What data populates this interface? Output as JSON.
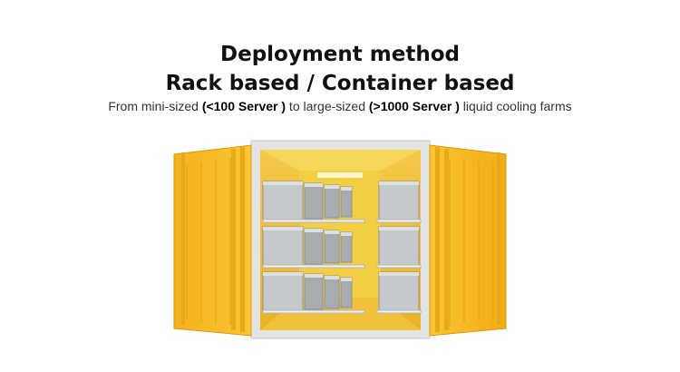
{
  "heading": {
    "line1": "Deployment method",
    "line2": "Rack based / Container based"
  },
  "subtitle": {
    "prefix": "From mini-sized ",
    "small_label": "(<100 Server )",
    "middle": " to large-sized ",
    "large_label": "(>1000 Server )",
    "suffix": " liquid cooling farms"
  },
  "colors": {
    "door_yellow": "#f7b91d",
    "door_shadow": "#d99a10",
    "frame_grey": "#e2e2e2",
    "interior_yellow": "#f6cc2e",
    "tank_grey": "#bfc2c4"
  },
  "illustration": {
    "icon": "container-icon",
    "left_rows": 3,
    "left_cols": 4,
    "right_rows": 3
  }
}
